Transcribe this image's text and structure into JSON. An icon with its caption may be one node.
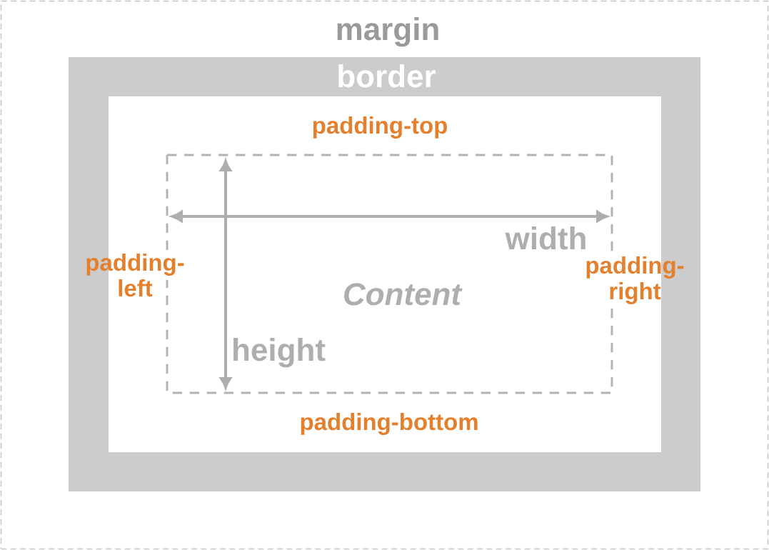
{
  "diagram": {
    "nodes": [
      {
        "text": [
          "margin"
        ]
      },
      {
        "text": [
          "border"
        ],
        "in": 0
      },
      {
        "text": [
          "padding-top",
          "padding-left",
          "padding-right",
          "padding-bottom"
        ],
        "in": 1
      },
      {
        "text": [
          "Content"
        ],
        "in": 2
      }
    ],
    "labels": [
      "width",
      "height"
    ]
  }
}
